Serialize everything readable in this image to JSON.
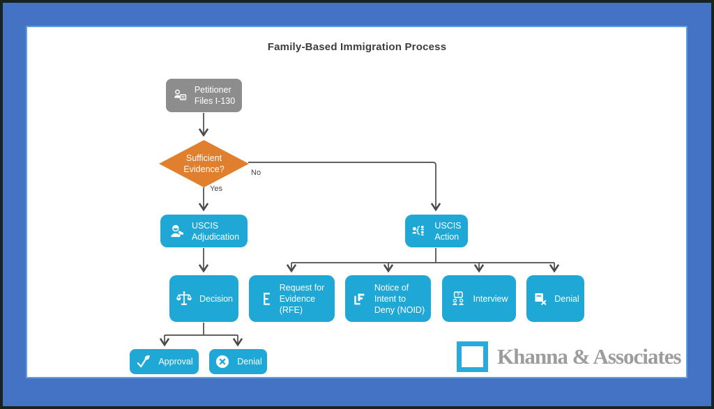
{
  "title": "Family-Based Immigration Process",
  "colors": {
    "frame-blue": "#4472C4",
    "border-dark": "#1a2121",
    "canvas-line": "#5fa0dc",
    "node-blue": "#1fa8d6",
    "node-gray": "#8d8d8d",
    "diamond-orange": "#e0802e",
    "line-color": "#4a4a4a",
    "text-dark": "#3d3d3d",
    "logo-gray": "#9c9c9c",
    "logo-square": "#2aa9dc"
  },
  "flowchart": {
    "nodes": {
      "petitioner": {
        "label": "Petitioner\nFiles I-130"
      },
      "sufficient_evidence": {
        "label": "Sufficient\nEvidence?"
      },
      "uscis_adjudication": {
        "label": "USCIS\nAdjudication"
      },
      "uscis_action": {
        "label": "USCIS\nAction"
      },
      "decision": {
        "label": "Decision"
      },
      "rfe": {
        "label": "Request for\nEvidence\n(RFE)"
      },
      "noid": {
        "label": "Notice of\nIntent to\nDeny (NOID)"
      },
      "interview": {
        "label": "Interview"
      },
      "denial_action": {
        "label": "Denial"
      },
      "approval": {
        "label": "Approval"
      },
      "denial_final": {
        "label": "Denial"
      }
    },
    "edge_labels": {
      "yes": "Yes",
      "no": "No"
    }
  },
  "icons": {
    "petitioner": "person-id-card-icon",
    "uscis_adjudication": "judge-gavel-icon",
    "uscis_action": "people-brace-icon",
    "decision": "balance-scales-icon",
    "rfe": "letter-e-icon",
    "noid": "corner-f-icon",
    "interview": "people-question-bubble-icon",
    "denial_action": "document-x-icon",
    "approval": "leaf-check-icon",
    "denial_final": "circle-x-icon"
  },
  "logo": {
    "text": "Khanna & Associates"
  }
}
